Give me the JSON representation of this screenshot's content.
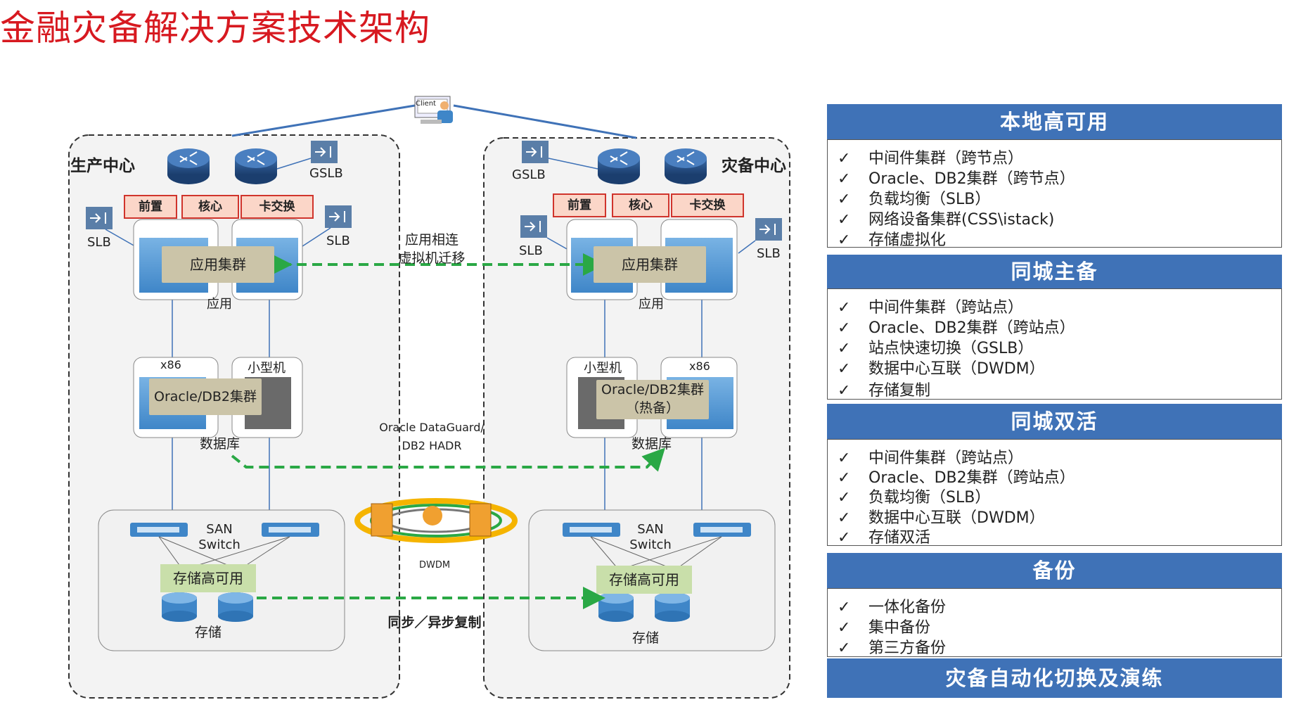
{
  "title": "金融灾备解决方案技术架构",
  "diagram": {
    "client_label": "Client",
    "production_center": "生产中心",
    "dr_center": "灾备中心",
    "gslb": "GSLB",
    "slb": "SLB",
    "tags": [
      "前置",
      "核心",
      "卡交换"
    ],
    "app_cluster": "应用集群",
    "app": "应用",
    "app_link": [
      "应用相连",
      "虚拟机迁移"
    ],
    "x86": "x86",
    "minicomputer": "小型机",
    "db_cluster": "Oracle/DB2集群",
    "db_cluster_dr": [
      "Oracle/DB2集群",
      "（热备）"
    ],
    "database": "数据库",
    "db_link": [
      "Oracle DataGuard/",
      "DB2 HADR"
    ],
    "san_switch": [
      "SAN",
      "Switch"
    ],
    "storage_ha": "存储高可用",
    "storage": "存储",
    "dwdm": "DWDM",
    "storage_link": "同步／异步复制"
  },
  "panel": {
    "sections": [
      {
        "header": "本地高可用",
        "items": [
          "中间件集群（跨节点）",
          "Oracle、DB2集群（跨节点）",
          "负载均衡（SLB）",
          "网络设备集群(CSS\\istack)",
          "存储虚拟化"
        ]
      },
      {
        "header": "同城主备",
        "items": [
          "中间件集群（跨站点）",
          "Oracle、DB2集群（跨站点）",
          "站点快速切换（GSLB）",
          "数据中心互联（DWDM）",
          "存储复制"
        ]
      },
      {
        "header": "同城双活",
        "items": [
          "中间件集群（跨站点）",
          "Oracle、DB2集群（跨站点）",
          "负载均衡（SLB）",
          "数据中心互联（DWDM）",
          "存储双活"
        ]
      },
      {
        "header": "备份",
        "items": [
          "一体化备份",
          "集中备份",
          "第三方备份"
        ]
      }
    ],
    "footer": "灾备自动化切换及演练",
    "check": "✓"
  },
  "colors": {
    "title": "#d71920",
    "header_bg": "#3f72b7",
    "tag_bg": "#fbd6c8",
    "tag_border": "#d0342c",
    "link": "#2aa845",
    "cluster_bg": "#cbc4a8",
    "storage_ha_bg": "#c9dfaa"
  }
}
